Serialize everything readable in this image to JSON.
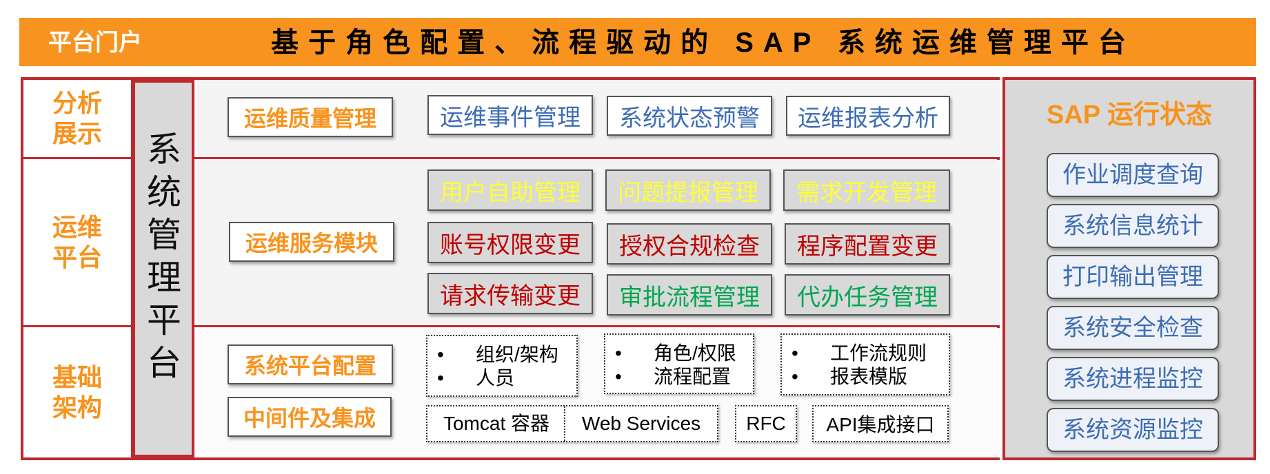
{
  "colors": {
    "banner": "#f7931e",
    "frame_red": "#c0282f",
    "orange_text": "#f7931e",
    "blue_text": "#3d6db5",
    "yellow_text": "#ffff33",
    "red_text": "#c00000",
    "green_text": "#00a651",
    "gray_fill": "#d9d9d9"
  },
  "banner": {
    "portal": "平台门户",
    "title": "基于角色配置、流程驱动的 SAP 系统运维管理平台"
  },
  "left_labels": [
    "分析展示",
    "运维平台",
    "基础架构"
  ],
  "center_column": [
    "系",
    "统",
    "管",
    "理",
    "平",
    "台"
  ],
  "analysis": {
    "category": "运维质量管理",
    "modules": [
      "运维事件管理",
      "系统状态预警",
      "运维报表分析"
    ]
  },
  "service": {
    "category": "运维服务模块",
    "grid": [
      [
        "用户自助管理",
        "问题提报管理",
        "需求开发管理"
      ],
      [
        "账号权限变更",
        "授权合规检查",
        "程序配置变更"
      ],
      [
        "请求传输变更",
        "审批流程管理",
        "代办任务管理"
      ]
    ]
  },
  "infrastructure": {
    "category_config": "系统平台配置",
    "category_middleware": "中间件及集成",
    "config_lists": [
      [
        "组织/架构",
        "人员"
      ],
      [
        "角色/权限",
        "流程配置"
      ],
      [
        "工作流规则",
        "报表模版"
      ]
    ],
    "bullet": "•",
    "tech": [
      "Tomcat 容器",
      "Web Services",
      "RFC",
      "API集成接口"
    ]
  },
  "sap_status": {
    "title": "SAP 运行状态",
    "items": [
      "作业调度查询",
      "系统信息统计",
      "打印输出管理",
      "系统安全检查",
      "系统进程监控",
      "系统资源监控"
    ]
  }
}
